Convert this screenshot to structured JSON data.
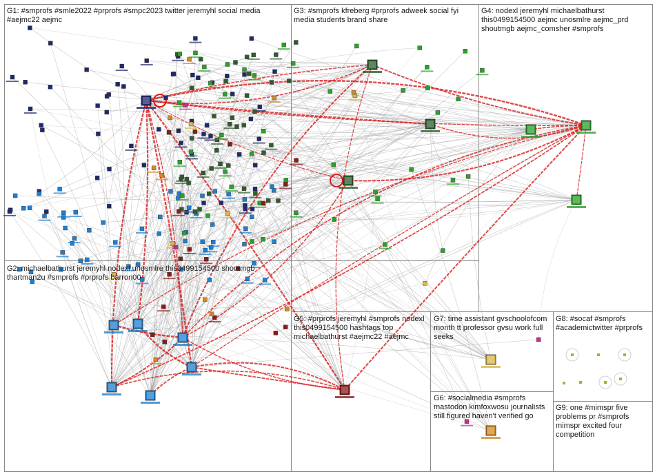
{
  "groups": [
    {
      "id": "G1",
      "label": "G1: #smprofs #smle2022 #prprofs #smpc2023 twitter jeremyhl social media #aejmc22 aejmc",
      "color": "#1f2a6b"
    },
    {
      "id": "G2",
      "label": "G2: michaelbathurst jeremyhl nodexl unosmlre this0499154500 shoutmgb thartman2u #smprofs #prprofs barron00",
      "color": "#1e7fd0"
    },
    {
      "id": "G3",
      "label": "G3: #smprofs kfreberg #prprofs adweek social fyi media students brand share",
      "color": "#2f5d2f"
    },
    {
      "id": "G4",
      "label": "G4: nodexl jeremyhl michaelbathurst this0499154500 aejmc unosmlre aejmc_prd shoutmgb aejmc_comsher #smprofs",
      "color": "#2aa12a"
    },
    {
      "id": "G5",
      "label": "G5: #prprofs jeremyhl #smprofs nodexl this0499154500 hashtags top michaelbathurst #aejmc22 #aejmc",
      "color": "#8b1a1a"
    },
    {
      "id": "G6",
      "label": "G6: #socialmedia #smprofs mastodon kimfoxwosu journalists still figured haven't verified go",
      "color": "#d08a2a"
    },
    {
      "id": "G7",
      "label": "G7: time assistant gvschoolofcom month tt professor gvsu work full seeks",
      "color": "#d9b84a"
    },
    {
      "id": "G8",
      "label": "G8: #socaf #smprofs #academictwitter #prprofs",
      "color": "#9ab82a"
    },
    {
      "id": "G9",
      "label": "G9: one #mimspr five problems pr #smprofs mimspr excited four competition",
      "color": "#c03090"
    }
  ],
  "colors": {
    "edge_gray": "#9a9a9a",
    "edge_red": "#d81c1c",
    "box_border": "#8a8a8a"
  }
}
